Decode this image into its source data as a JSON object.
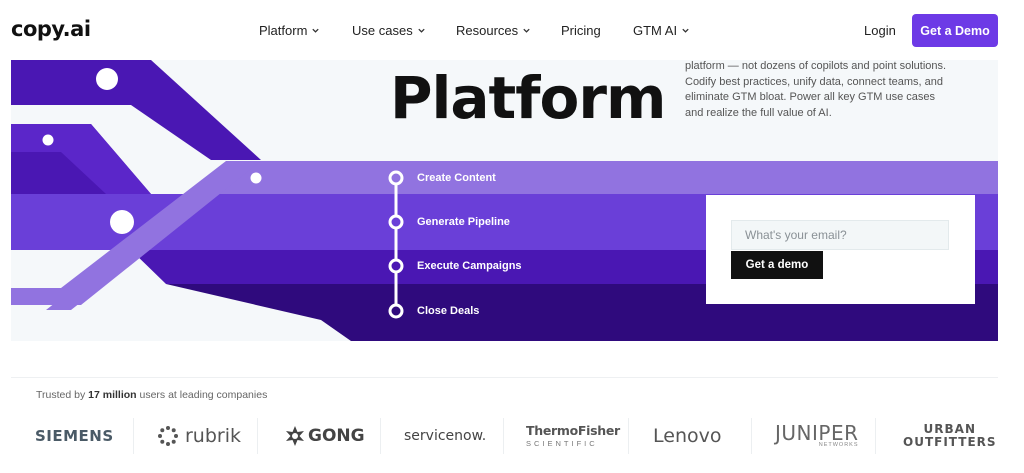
{
  "nav": {
    "logo": "copy.ai",
    "items": [
      {
        "label": "Platform",
        "dropdown": true
      },
      {
        "label": "Use cases",
        "dropdown": true
      },
      {
        "label": "Resources",
        "dropdown": true
      },
      {
        "label": "Pricing",
        "dropdown": false
      },
      {
        "label": "GTM AI",
        "dropdown": true
      }
    ],
    "login": "Login",
    "cta": "Get a Demo"
  },
  "hero": {
    "title": "Platform",
    "description": "platform — not dozens of copilots and point solutions. Codify best practices, unify data, connect teams, and eliminate GTM bloat. Power all key GTM use cases and realize the full value of AI.",
    "steps": [
      "Create Content",
      "Generate Pipeline",
      "Execute Campaigns",
      "Close Deals"
    ],
    "email_placeholder": "What's your email?",
    "email_button": "Get a demo"
  },
  "trust": {
    "prefix": "Trusted by ",
    "count": "17 million",
    "suffix": " users at leading companies",
    "companies": [
      "SIEMENS",
      "rubrik",
      "GONG",
      "servicenow.",
      "ThermoFisher",
      "SCIENTIFIC",
      "Lenovo",
      "JUNIPER",
      "NETWORKS",
      "URBAN",
      "OUTFITTERS"
    ]
  },
  "colors": {
    "accent": "#6d3ae6",
    "band_light": "#9173e0",
    "band_mid": "#6a3fd8",
    "band_deep": "#4a17b3",
    "band_darkest": "#2f0a7d"
  }
}
